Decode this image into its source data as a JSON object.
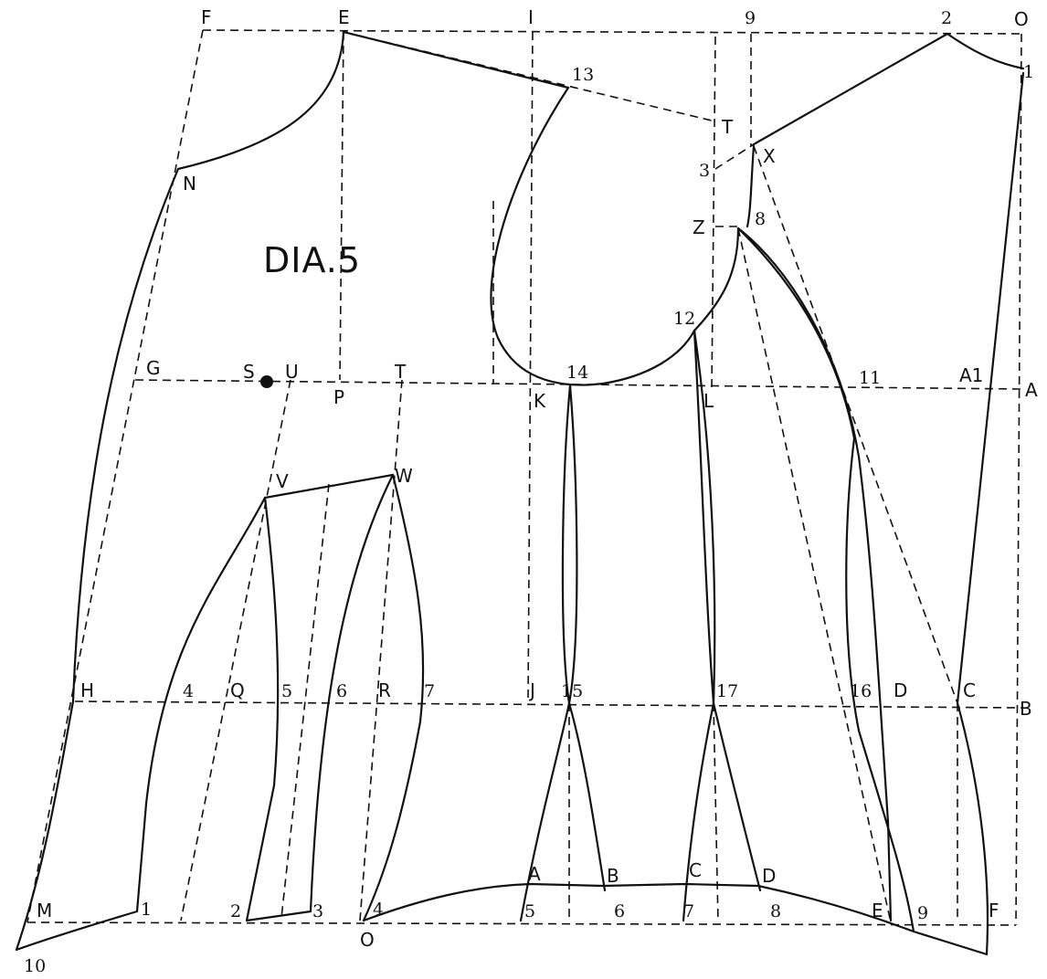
{
  "title": "DIA.5",
  "points": {
    "F": "F",
    "E": "E",
    "I": "I",
    "n9": "9",
    "n2": "2",
    "O_top": "O",
    "n1": "1",
    "n13": "13",
    "T_top": "T",
    "n3": "3",
    "X": "X",
    "Z": "Z",
    "n8": "8",
    "N": "N",
    "n12": "12",
    "G": "G",
    "S": "S",
    "U": "U",
    "P": "P",
    "T_mid": "T",
    "n14": "14",
    "K": "K",
    "L": "L",
    "n11": "11",
    "A1": "A1",
    "A": "A",
    "V": "V",
    "W": "W",
    "H": "H",
    "n4": "4",
    "Q": "Q",
    "n5": "5",
    "n6": "6",
    "R": "R",
    "n7": "7",
    "J": "J",
    "n15": "15",
    "n17": "17",
    "n16": "16",
    "D": "D",
    "C": "C",
    "B": "B",
    "A_bot": "A",
    "B_bot": "B",
    "C_bot": "C",
    "D_bot": "D",
    "M": "M",
    "b1": "1",
    "b2": "2",
    "b3": "3",
    "b4": "4",
    "O_bot": "O",
    "b5": "5",
    "b6": "6",
    "b7": "7",
    "b8": "8",
    "E_bot": "E",
    "b9": "9",
    "F_bot": "F",
    "n10": "10"
  }
}
